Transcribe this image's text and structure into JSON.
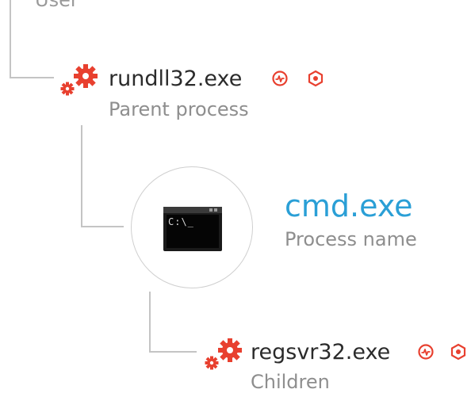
{
  "top": {
    "label": "User"
  },
  "parent": {
    "name": "rundll32.exe",
    "role": "Parent process",
    "icons": [
      "process-gear-icon",
      "activity-icon",
      "hexagon-shield-icon"
    ]
  },
  "main": {
    "name": "cmd.exe",
    "role": "Process name",
    "icon": "terminal-icon",
    "terminal_prompt": "C:\\_"
  },
  "child": {
    "name": "regsvr32.exe",
    "role": "Children",
    "icons": [
      "process-gear-icon",
      "activity-icon",
      "hexagon-shield-icon"
    ]
  },
  "colors": {
    "accent": "#2a9fd6",
    "alert": "#e8402f",
    "line": "#c4c4c4",
    "text": "#2b2b2b",
    "muted": "#8e8e8e"
  }
}
